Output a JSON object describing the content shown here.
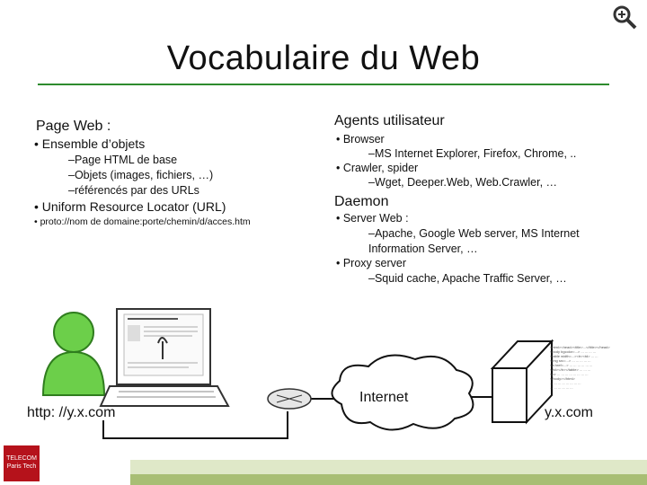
{
  "slide": {
    "title": "Vocabulaire du Web"
  },
  "left": {
    "heading": "Page Web :",
    "bullet1": "• Ensemble d’objets",
    "sub1": "–Page HTML de base",
    "sub2": "–Objets (images, fichiers, …)",
    "sub3": "–référencés par des URLs",
    "bullet2": "• Uniform Resource Locator (URL)",
    "bullet3": "• proto://nom de domaine:porte/chemin/d/acces.htm"
  },
  "right": {
    "heading1": "Agents utilisateur",
    "browser": "• Browser",
    "browser_sub": "–MS Internet Explorer, Firefox, Chrome, ..",
    "crawler": "• Crawler, spider",
    "crawler_sub": "–Wget, Deeper.Web, Web.Crawler, …",
    "heading2": "Daemon",
    "server": "• Server Web :",
    "server_sub1": "–Apache, Google Web server, MS Internet",
    "server_sub2": "Information Server, …",
    "proxy": "• Proxy server",
    "proxy_sub": "–Squid cache, Apache Traffic Server, …"
  },
  "diagram": {
    "client_url": "http: //y.x.com",
    "internet": "Internet",
    "server_name": "y.x.com",
    "accent": "#2e8b2e",
    "user_green": "#6ccf4a"
  },
  "logo": {
    "line1": "TELECOM",
    "line2": "Paris Tech"
  },
  "icons": {
    "zoom": "magnifier-zoom-icon"
  }
}
